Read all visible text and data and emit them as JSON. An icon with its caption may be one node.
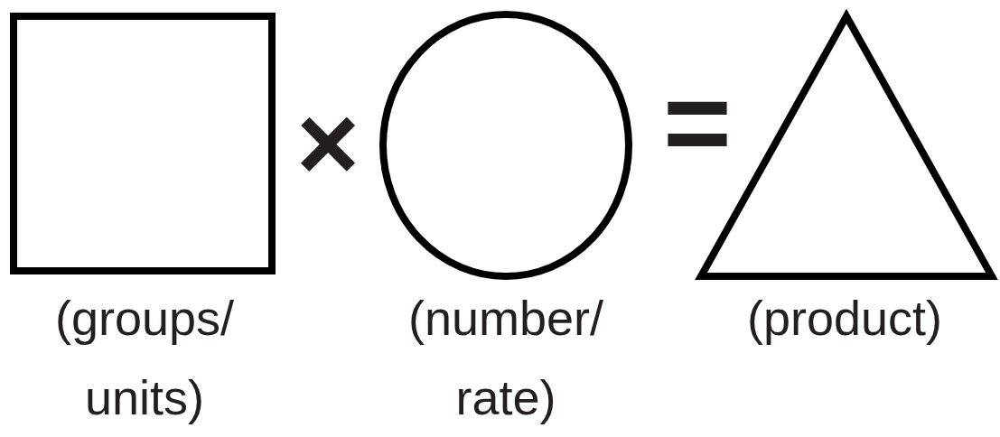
{
  "diagram": {
    "nodes": [
      {
        "text": [],
        "shape": "box",
        "beside": [
          "(groups/ units)"
        ]
      },
      {
        "text": [],
        "shape": "circle",
        "beside": [
          "(number/ rate)"
        ]
      },
      {
        "text": [],
        "shape": "triangle",
        "beside": [
          "(product)"
        ]
      }
    ],
    "labels": [
      "×",
      "="
    ]
  }
}
